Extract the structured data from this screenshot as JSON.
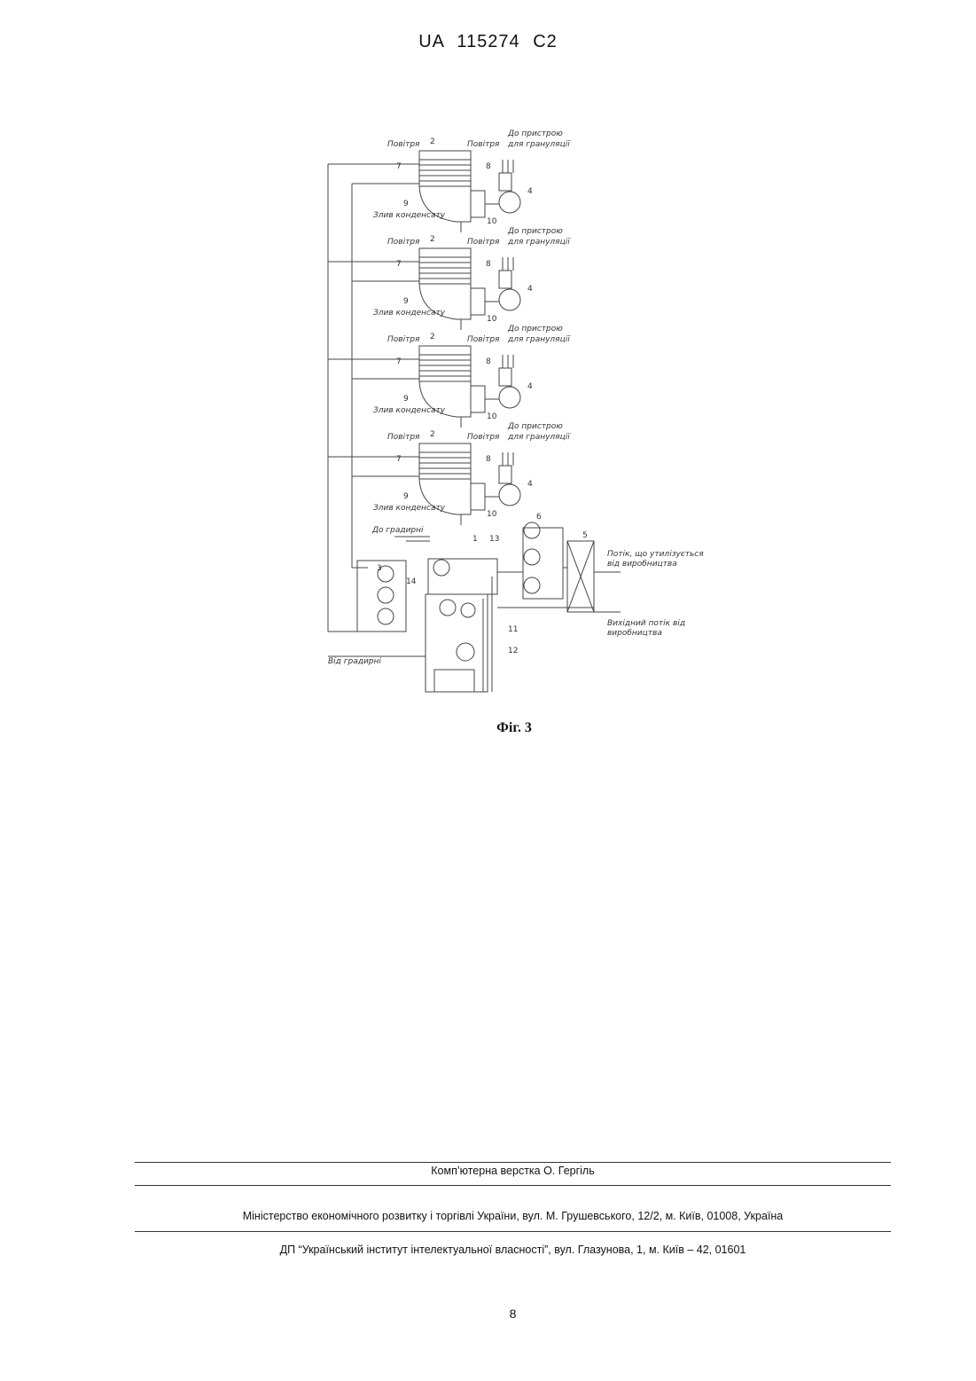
{
  "header": {
    "patent_number": "UA 115274 C2"
  },
  "figure": {
    "caption": "Фіг. 3",
    "labels": {
      "air": "Повітря",
      "to_granulation_line1": "До пристрою",
      "to_granulation_line2": "для грануляції",
      "condensate_drain": "Злив конденсату",
      "to_cooling_tower": "До градирні",
      "from_cooling_tower": "Від градирні",
      "utilized_stream_line1": "Потік, що утилізується",
      "utilized_stream_line2": "від виробництва",
      "output_stream_line1": "Вихідний потік від",
      "output_stream_line2": "виробництва"
    },
    "numbers": [
      "1",
      "2",
      "3",
      "4",
      "5",
      "6",
      "7",
      "8",
      "9",
      "10",
      "11",
      "12",
      "13",
      "14"
    ]
  },
  "footer": {
    "layout_credit": "Комп’ютерна верстка  О. Гергіль",
    "ministry": "Міністерство економічного розвитку і торгівлі України, вул. М. Грушевського, 12/2, м. Київ, 01008, Україна",
    "institute": "ДП “Український інститут інтелектуальної власності”, вул. Глазунова, 1, м. Київ – 42, 01601",
    "page_number": "8"
  }
}
